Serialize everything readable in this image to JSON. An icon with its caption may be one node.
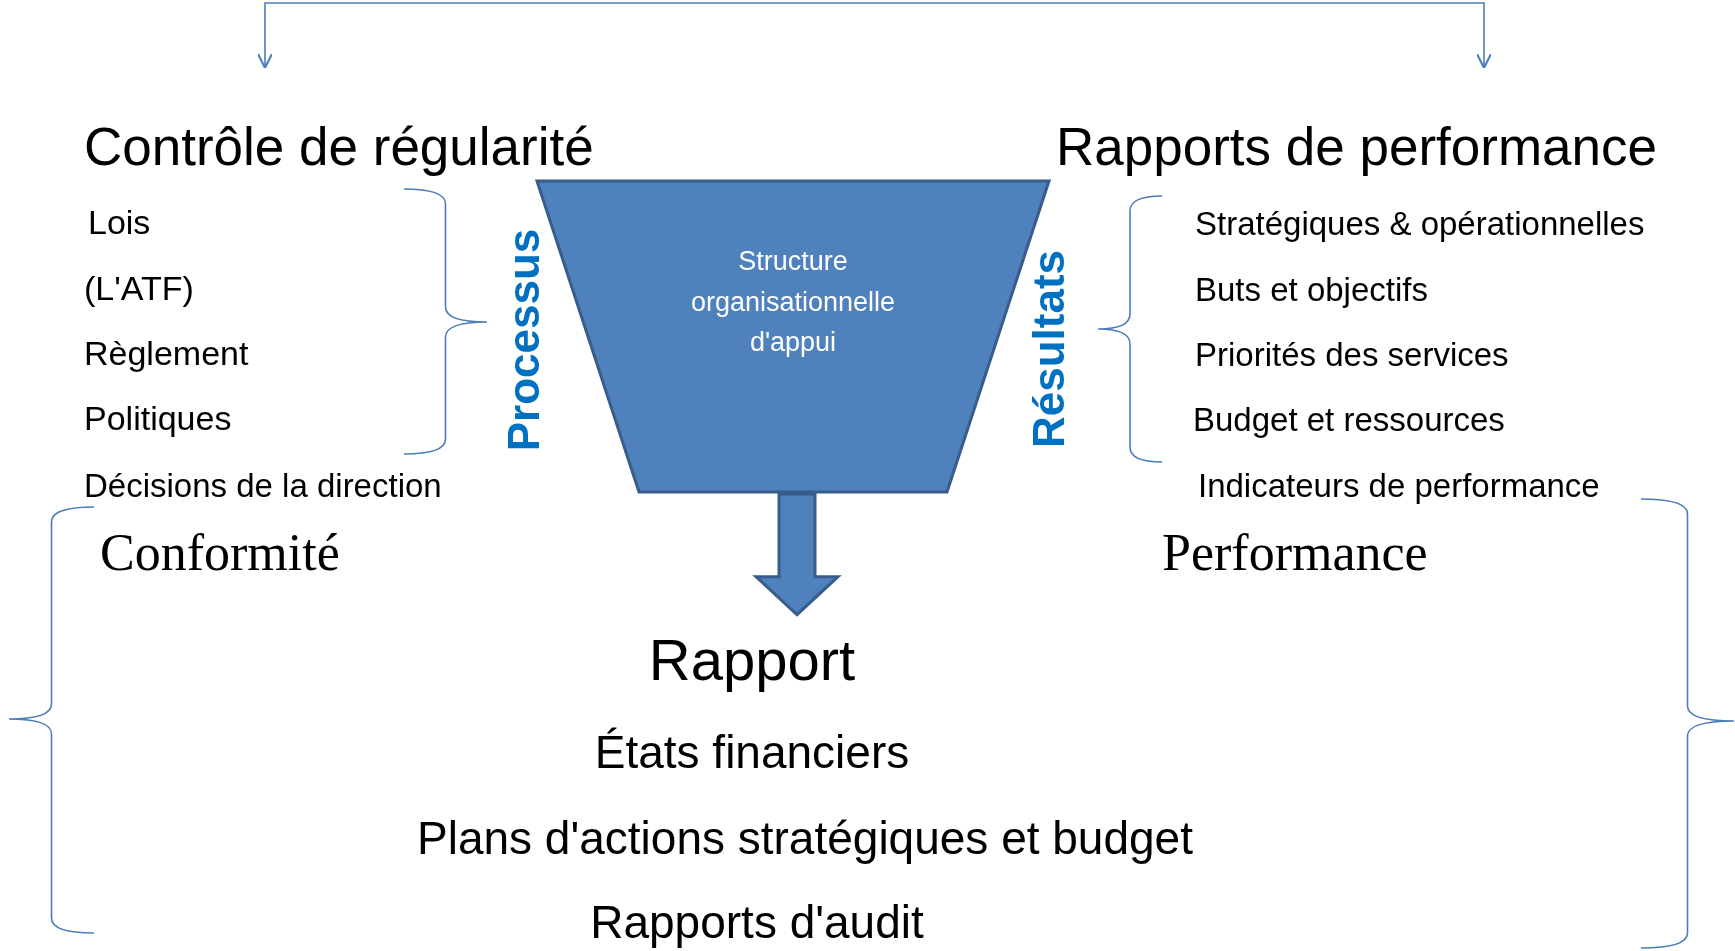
{
  "diagram": {
    "nodes": [
      {
        "text": [
          "Contrôle de régularité"
        ]
      },
      {
        "text": [
          "Rapports de performance"
        ]
      },
      {
        "text": [
          "Structure organisationnelle d'appui"
        ]
      },
      {
        "text": [
          "Rapport"
        ]
      }
    ],
    "edges": [
      {
        "from": 0,
        "to": 1,
        "arrow": "both"
      },
      {
        "from": 2,
        "to": 3,
        "arrow": "to",
        "style": "thick"
      }
    ],
    "labels": [
      "Lois",
      "(L'ATF)",
      "Règlement",
      "Politiques",
      "Décisions de la direction",
      "Processus",
      "Résultats",
      "Stratégiques & opérationnelles",
      "Buts et objectifs",
      "Priorités des services",
      "Budget et ressources",
      "Indicateurs de performance",
      "Conformité",
      "Performance",
      "États financiers",
      "Plans d'actions stratégiques et budget",
      "Rapports d'audit"
    ]
  }
}
